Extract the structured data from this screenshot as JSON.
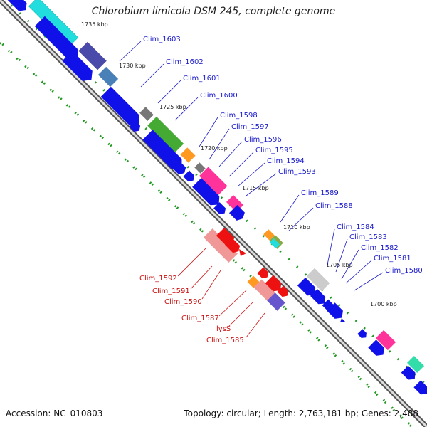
{
  "title": "Chlorobium limicola DSM 245, complete genome",
  "accession": "Accession: NC_010803",
  "summary": "Topology: circular; Length: 2,763,181 bp; Genes: 2,488",
  "kbp_ticks": [
    "1735 kbp",
    "1730 kbp",
    "1725 kbp",
    "1720 kbp",
    "1715 kbp",
    "1710 kbp",
    "1705 kbp",
    "1700 kbp"
  ],
  "forward_labels": [
    "Clim_1603",
    "Clim_1602",
    "Clim_1601",
    "Clim_1600",
    "Clim_1598",
    "Clim_1597",
    "Clim_1596",
    "Clim_1595",
    "Clim_1594",
    "Clim_1593",
    "Clim_1589",
    "Clim_1588",
    "Clim_1584",
    "Clim_1583",
    "Clim_1582",
    "Clim_1581",
    "Clim_1580"
  ],
  "reverse_labels": [
    "Clim_1592",
    "Clim_1591",
    "Clim_1590",
    "Clim_1587",
    "lysS",
    "Clim_1585"
  ],
  "colors": {
    "forward_label": "#1a1acc",
    "reverse_label": "#cc1111",
    "gene_blue": "#1010e8",
    "gene_red": "#ee1111",
    "gene_pink": "#f09898",
    "gene_cyan": "#22dddd",
    "gene_navy": "#4a4aaa",
    "gene_steel": "#4a80b8",
    "gene_gray": "#777777",
    "gene_green": "#44aa33",
    "gene_orange": "#ff9922",
    "gene_magenta": "#ff3399",
    "gene_lightgray": "#cccccc",
    "gene_teal": "#33ddaa",
    "gene_purple": "#6655cc",
    "backbone": "#888888",
    "dots": "#229922"
  }
}
